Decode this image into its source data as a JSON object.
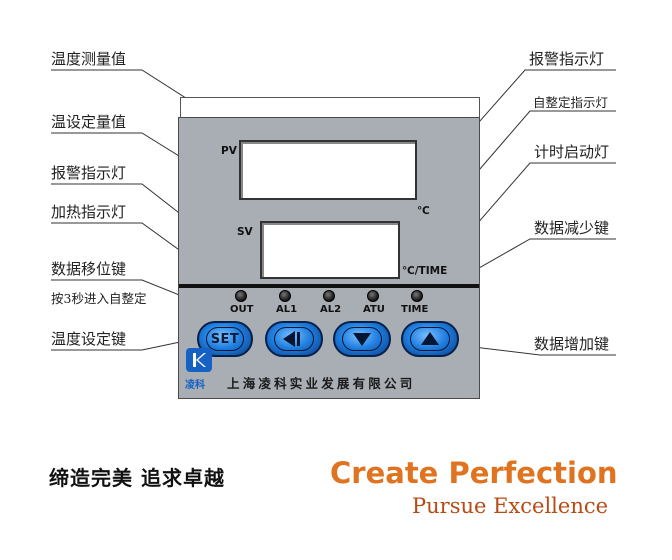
{
  "labels_left": [
    "温度测量值",
    "温设定量值",
    "报警指示灯",
    "加热指示灯",
    "数据移位键",
    "按3秒进入自整定",
    "温度设定键"
  ],
  "labels_right": [
    "报警指示灯",
    "自整定指示灯",
    "计时启动灯",
    "数据减少键",
    "数据增加键"
  ],
  "panel": {
    "pv_label": "PV",
    "sv_label": "SV",
    "unit_c": "℃",
    "unit_ctime": "℃/TIME",
    "leds": [
      "OUT",
      "AL1",
      "AL2",
      "ATU",
      "TIME"
    ],
    "set_button": "SET",
    "company": "上海凌科实业发展有限公司",
    "logo_text": "凌科",
    "button_color": "#1f7fe0"
  },
  "slogan": {
    "chinese": "缔造完美  追求卓越",
    "english_main": "Create Perfection",
    "english_sub": "Pursue Excellence"
  }
}
